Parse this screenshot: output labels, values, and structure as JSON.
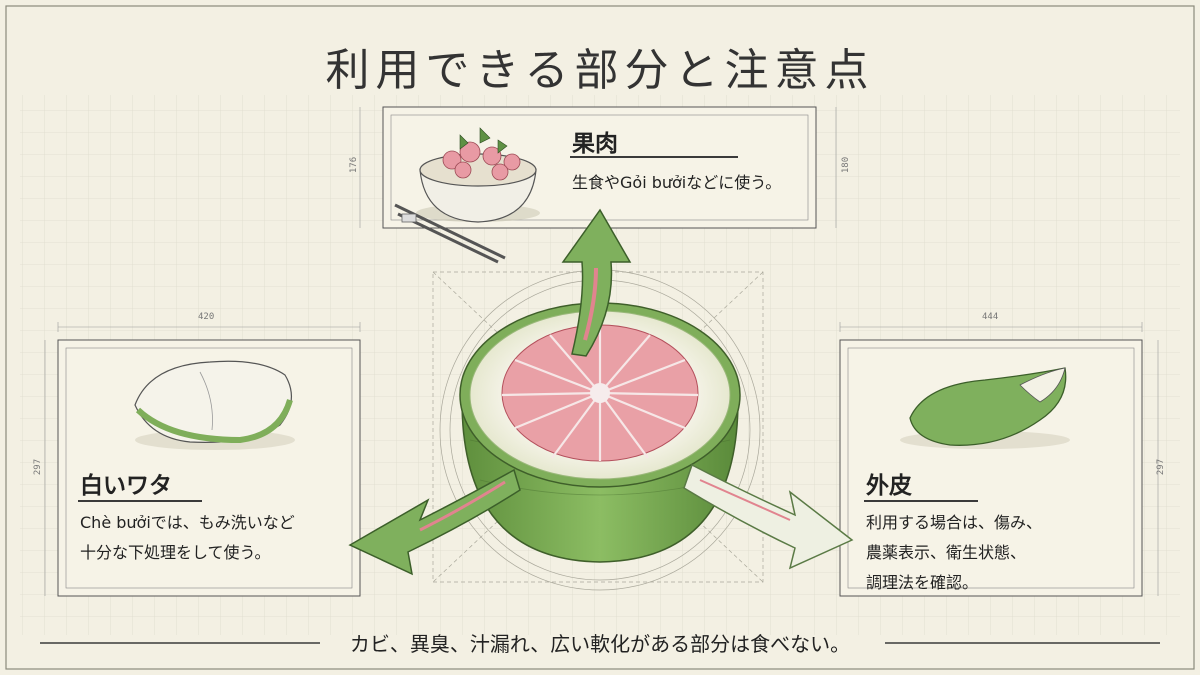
{
  "title": "利用できる部分と注意点",
  "panels": {
    "flesh": {
      "title": "果肉",
      "desc": "生食やGỏi bưởiなどに使う。",
      "dim_left": "176",
      "dim_right": "180"
    },
    "pith": {
      "title": "白いワタ",
      "desc": "Chè bưởiでは、もみ洗いなど\n十分な下処理をして使う。",
      "dim_top": "420",
      "dim_side": "297"
    },
    "peel": {
      "title": "外皮",
      "desc": "利用する場合は、傷み、\n農薬表示、衛生状態、\n調理法を確認。",
      "dim_top": "444",
      "dim_side": "297"
    }
  },
  "footer": "カビ、異臭、汁漏れ、広い軟化がある部分は食べない。",
  "colors": {
    "background": "#f3f0e3",
    "grid": "#dcdacb",
    "flesh_pink": "#e8909a",
    "rind_green": "#7fae5a",
    "pith_white": "#f4f2e6",
    "arrow_green": "#6fa352"
  },
  "icons": [
    "salad-bowl-icon",
    "chopsticks-icon",
    "pomelo-half-icon",
    "pith-piece-icon",
    "peel-piece-icon",
    "arrow-up-icon",
    "arrow-left-icon",
    "arrow-right-icon"
  ]
}
